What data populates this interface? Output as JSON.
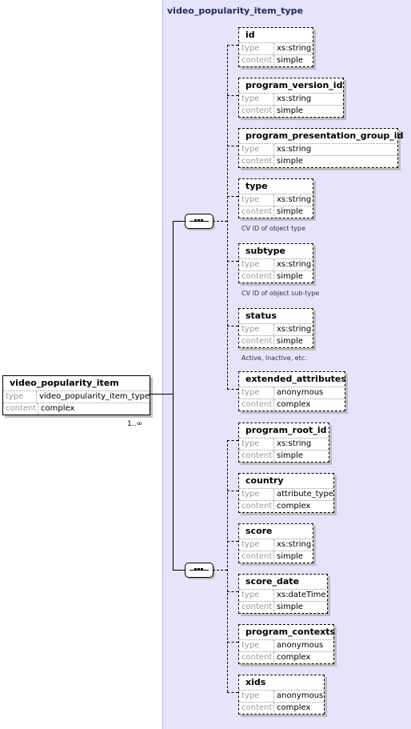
{
  "panel_title": "video_popularity_item_type",
  "root": {
    "name": "video_popularity_item",
    "type_label": "type",
    "type": "video_popularity_item_type",
    "content_label": "content",
    "content": "complex",
    "multiplicity": "1..∞"
  },
  "group1": [
    {
      "name": "id",
      "type": "xs:string",
      "content": "simple",
      "note": ""
    },
    {
      "name": "program_version_id",
      "type": "xs:string",
      "content": "simple",
      "note": ""
    },
    {
      "name": "program_presentation_group_id",
      "type": "xs:string",
      "content": "simple",
      "note": ""
    },
    {
      "name": "type",
      "type": "xs:string",
      "content": "simple",
      "note": "CV ID of object type"
    },
    {
      "name": "subtype",
      "type": "xs:string",
      "content": "simple",
      "note": "CV ID of object sub-type"
    },
    {
      "name": "status",
      "type": "xs:string",
      "content": "simple",
      "note": "Active, Inactive, etc."
    },
    {
      "name": "extended_attributes",
      "type": "anonymous",
      "content": "complex",
      "note": ""
    }
  ],
  "group2": [
    {
      "name": "program_root_id",
      "type": "xs:string",
      "content": "simple",
      "note": ""
    },
    {
      "name": "country",
      "type": "attribute_type",
      "content": "complex",
      "note": ""
    },
    {
      "name": "score",
      "type": "xs:string",
      "content": "simple",
      "note": ""
    },
    {
      "name": "score_date",
      "type": "xs:dateTime",
      "content": "simple",
      "note": ""
    },
    {
      "name": "program_contexts",
      "type": "anonymous",
      "content": "complex",
      "note": ""
    },
    {
      "name": "xids",
      "type": "anonymous",
      "content": "complex",
      "note": ""
    }
  ],
  "labels": {
    "type": "type",
    "content": "content"
  }
}
